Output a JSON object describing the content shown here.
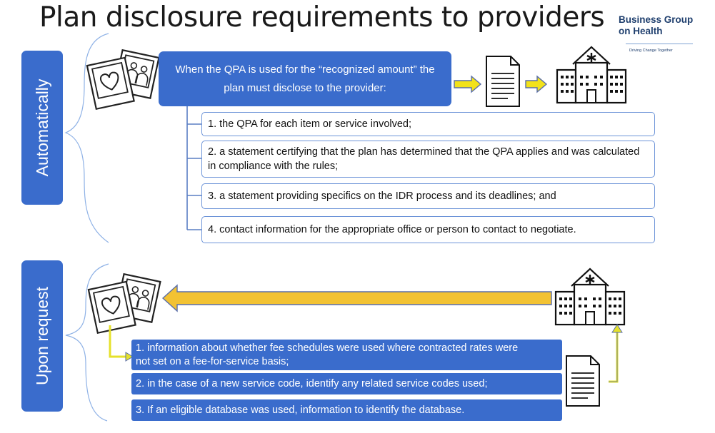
{
  "title": "Plan disclosure requirements to providers",
  "logo": {
    "line1": "Business Group",
    "line2": "on Health",
    "tagline": "Driving Change Together"
  },
  "automatically": {
    "label": "Automatically",
    "qpa_box": "When the QPA is used for the “recognized amount” the plan must disclose to the provider:",
    "items": [
      "1. the QPA for each item or service involved;",
      "2. a statement certifying that the plan has determined that the QPA applies and was calculated in compliance with the rules;",
      "3. a statement providing specifics on the IDR process and its deadlines; and",
      "4. contact information for the appropriate office or person to contact to negotiate."
    ]
  },
  "upon_request": {
    "label": "Upon request",
    "items": [
      "1. information about whether fee schedules were used where contracted rates were not set on a fee-for-service basis;",
      "2. in the case of a new service code, identify any related service codes used;",
      "3. If an eligible database was used, information to identify the database."
    ]
  },
  "colors": {
    "accent_blue": "#3a6ccc",
    "border_blue": "#6d94d8",
    "arrow_yellow": "#f2e21a",
    "arrow_gold": "#f2c233",
    "logo_navy": "#1f3f6e"
  },
  "icons": [
    "photos-icon",
    "document-icon",
    "hospital-icon",
    "arrow-right-icon",
    "arrow-left-icon",
    "arrow-up-icon"
  ]
}
